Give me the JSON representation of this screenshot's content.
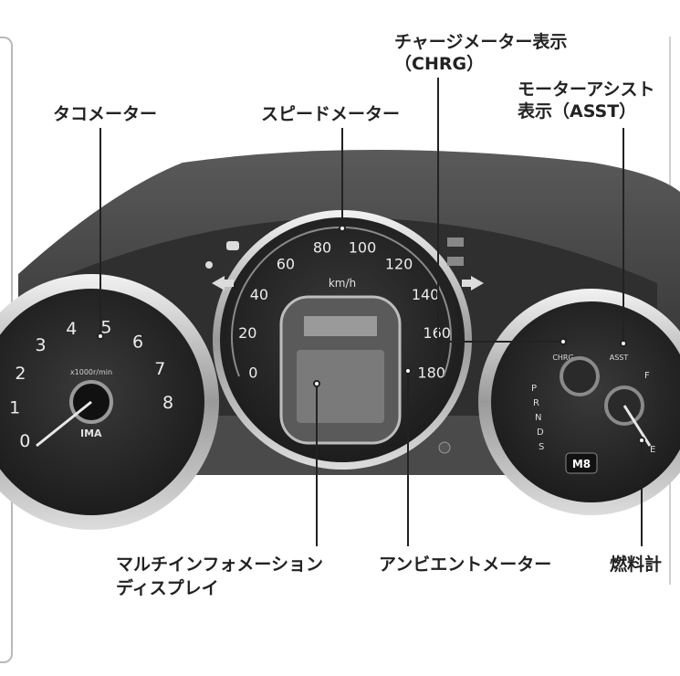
{
  "labels": {
    "tachometer": "タコメーター",
    "speedometer": "スピードメーター",
    "charge_meter_line1": "チャージメーター表示",
    "charge_meter_line2": "（CHRG）",
    "assist_line1": "モーターアシスト",
    "assist_line2": "表示（ASST）",
    "multi_info_line1": "マルチインフォメーション",
    "multi_info_line2": "ディスプレイ",
    "ambient_meter": "アンビエントメーター",
    "fuel_gauge": "燃料計"
  },
  "speedometer": {
    "ticks": [
      "0",
      "20",
      "40",
      "60",
      "80",
      "100",
      "120",
      "140",
      "160",
      "180"
    ],
    "unit": "km/h"
  },
  "tachometer": {
    "ticks": [
      "0",
      "1",
      "2",
      "3",
      "4",
      "5",
      "6",
      "7",
      "8"
    ],
    "unit": "x1000r/min",
    "badge": "IMA"
  },
  "right_gauge": {
    "chrg": "CHRG",
    "asst": "ASST",
    "full": "F",
    "empty": "E",
    "gears": [
      "P",
      "R",
      "N",
      "D",
      "S"
    ],
    "mode": "M8"
  },
  "colors": {
    "dash": "#3b3b3b",
    "gauge_face": "#2a2a2a",
    "needle": "#e8e8e8",
    "chrome": "#c9c9c9"
  }
}
